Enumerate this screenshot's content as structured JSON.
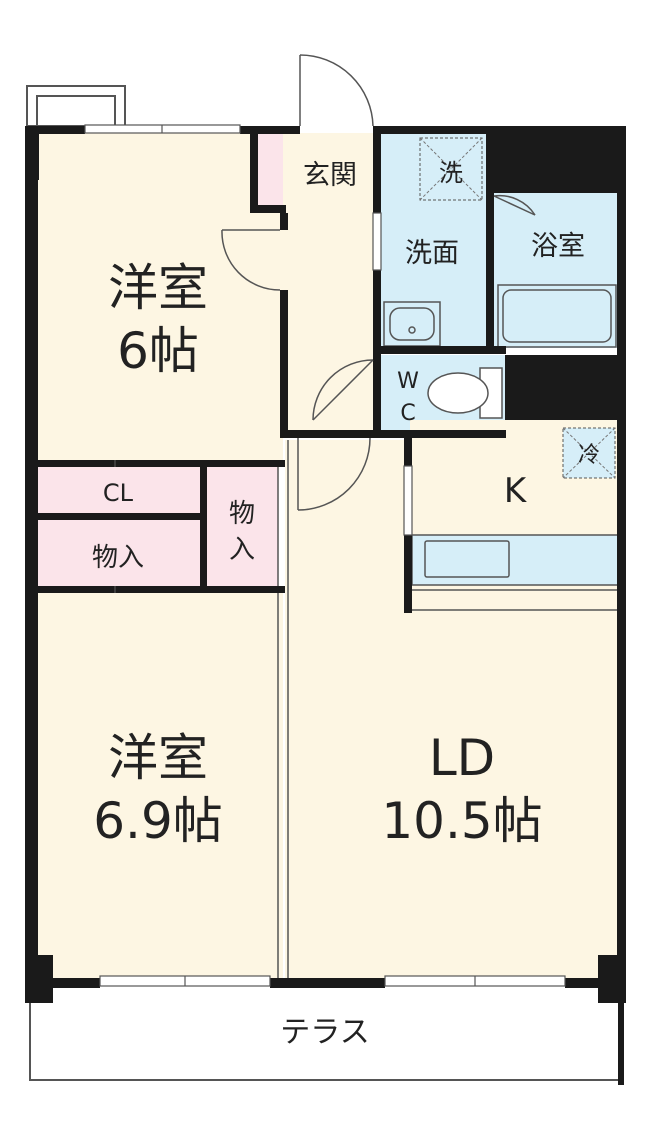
{
  "colors": {
    "wall": "#1a1a1a",
    "room": "#fdf6e3",
    "wet": "#d6eef8",
    "storage": "#fbe4ea",
    "outline": "#555555",
    "text": "#222222"
  },
  "rooms": {
    "western1": {
      "name": "洋室",
      "size": "6帖"
    },
    "western2": {
      "name": "洋室",
      "size": "6.9帖"
    },
    "ld": {
      "name": "LD",
      "size": "10.5帖"
    },
    "kitchen": {
      "name": "K"
    },
    "entrance": {
      "name": "玄関"
    },
    "washroom": {
      "name": "洗面"
    },
    "washer": {
      "name": "洗"
    },
    "bath": {
      "name": "浴室"
    },
    "wc": {
      "line1": "W",
      "line2": "C"
    },
    "closet": {
      "name": "CL"
    },
    "storage_left": {
      "name": "物入"
    },
    "storage_mid": {
      "line1": "物",
      "line2": "入"
    },
    "fridge": {
      "name": "冷"
    },
    "terrace": {
      "name": "テラス"
    }
  }
}
